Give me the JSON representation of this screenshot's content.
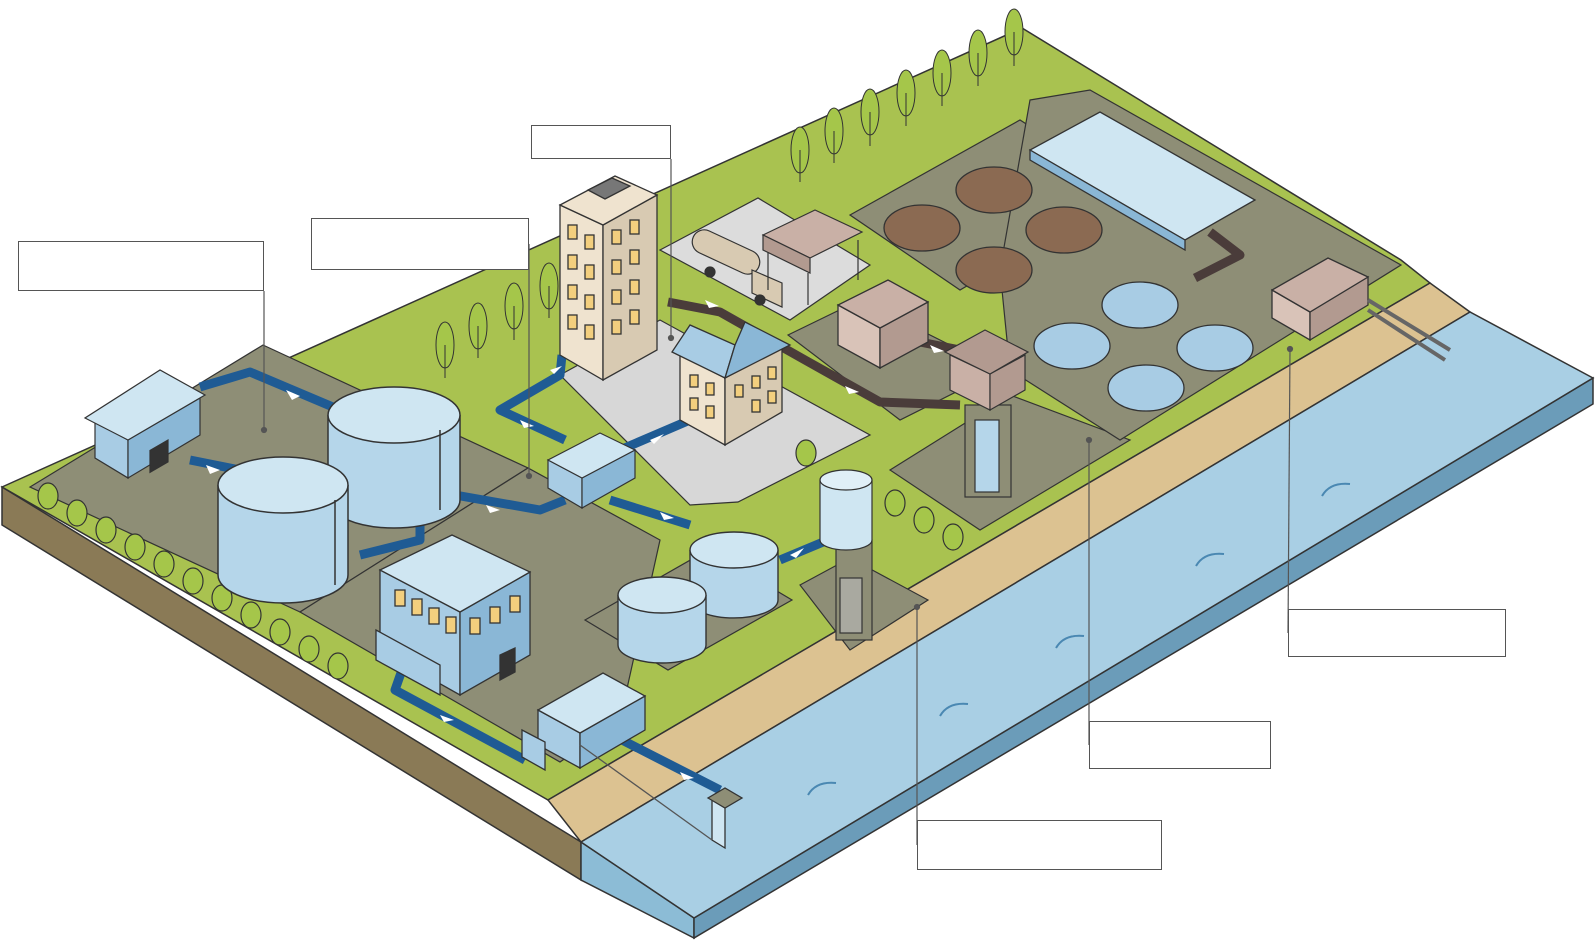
{
  "diagram": {
    "label_boxes": [
      {
        "id": "label-box-1",
        "text": ""
      },
      {
        "id": "label-box-2",
        "text": ""
      },
      {
        "id": "label-box-3",
        "text": ""
      },
      {
        "id": "label-box-4",
        "text": ""
      },
      {
        "id": "label-box-5",
        "text": ""
      },
      {
        "id": "label-box-6",
        "text": ""
      }
    ],
    "colors": {
      "grass": "#a9c250",
      "grass_dark": "#8aa63a",
      "concrete_zone": "#8e8e76",
      "soil_side": "#8a7a56",
      "sand": "#dcc291",
      "water_top": "#a9cfe4",
      "water_side": "#6b9cb9",
      "clean_pipe": "#1f5b94",
      "waste_pipe": "#4a3c3a",
      "tank": "#cfe6f2",
      "building_blue": "#a8cce4",
      "building_beige": "#efe3cf",
      "sludge": "#8b6a52",
      "tree": "#a5c64a"
    }
  }
}
